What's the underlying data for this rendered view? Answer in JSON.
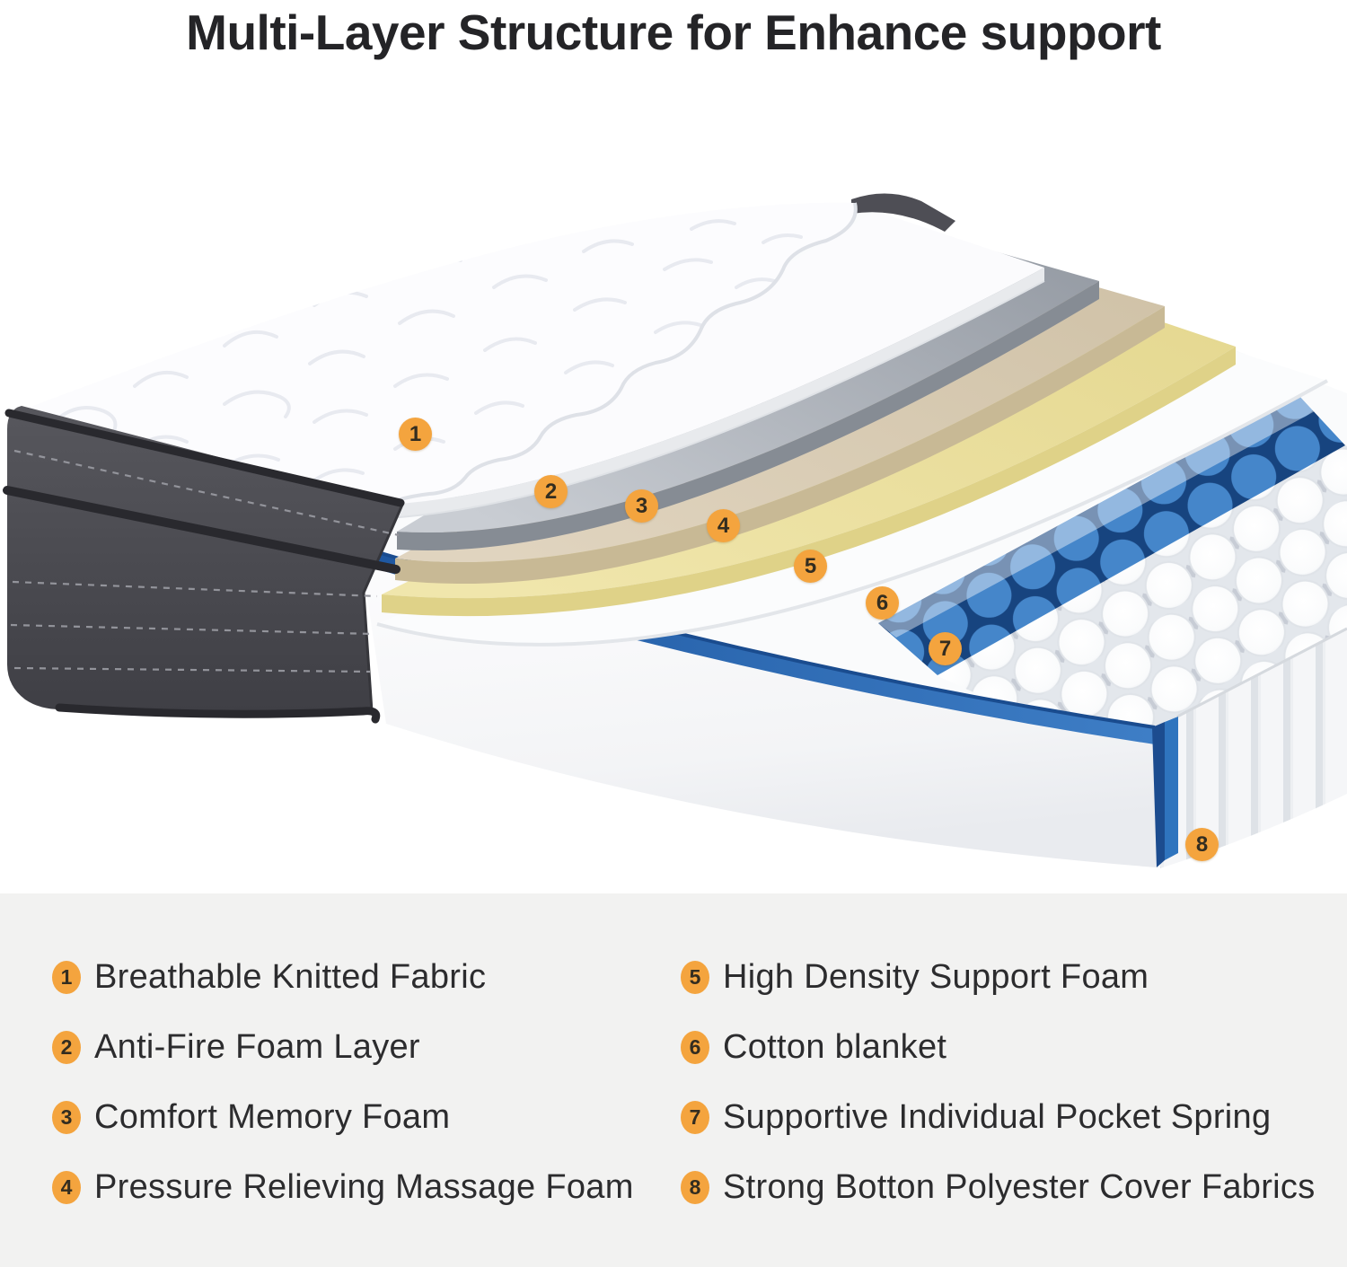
{
  "title": "Multi-Layer Structure for Enhance support",
  "colors": {
    "badge_orange": "#F4A43E",
    "spring_blue": "#3576BA",
    "navy_edge": "#1C4F94",
    "yellow_foam": "#EDE2A3",
    "tan_foam": "#DACDB5",
    "gray_foam": "#A7ACB4",
    "side_fabric": "#4B4B51",
    "legend_background": "#F2F2F1"
  },
  "diagram": {
    "badges": [
      {
        "number": "1"
      },
      {
        "number": "2"
      },
      {
        "number": "3"
      },
      {
        "number": "4"
      },
      {
        "number": "5"
      },
      {
        "number": "6"
      },
      {
        "number": "7"
      },
      {
        "number": "8"
      }
    ]
  },
  "legend": {
    "columns": [
      {
        "items": [
          {
            "number": "1",
            "label": "Breathable Knitted Fabric"
          },
          {
            "number": "2",
            "label": "Anti-Fire Foam Layer"
          },
          {
            "number": "3",
            "label": "Comfort Memory Foam"
          },
          {
            "number": "4",
            "label": "Pressure Relieving Massage Foam"
          }
        ]
      },
      {
        "items": [
          {
            "number": "5",
            "label": "High Density Support Foam"
          },
          {
            "number": "6",
            "label": "Cotton blanket"
          },
          {
            "number": "7",
            "label": "Supportive Individual Pocket Spring"
          },
          {
            "number": "8",
            "label": "Strong Botton Polyester Cover Fabrics"
          }
        ]
      }
    ]
  }
}
